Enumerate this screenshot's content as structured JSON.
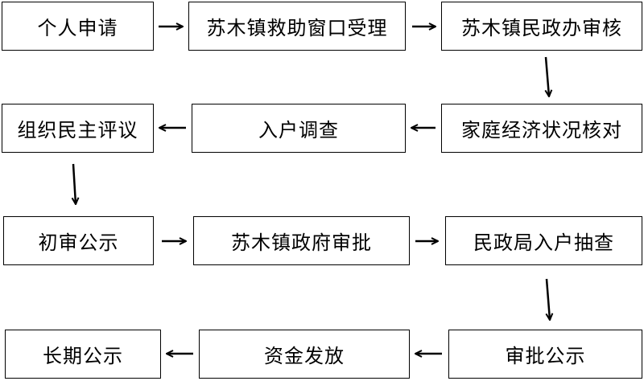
{
  "steps": [
    "个人申请",
    "苏木镇救助窗口受理",
    "苏木镇民政办审核",
    "家庭经济状况核对",
    "入户调查",
    "组织民主评议",
    "初审公示",
    "苏木镇政府审批",
    "民政局入户抽查",
    "审批公示",
    "资金发放",
    "长期公示"
  ]
}
